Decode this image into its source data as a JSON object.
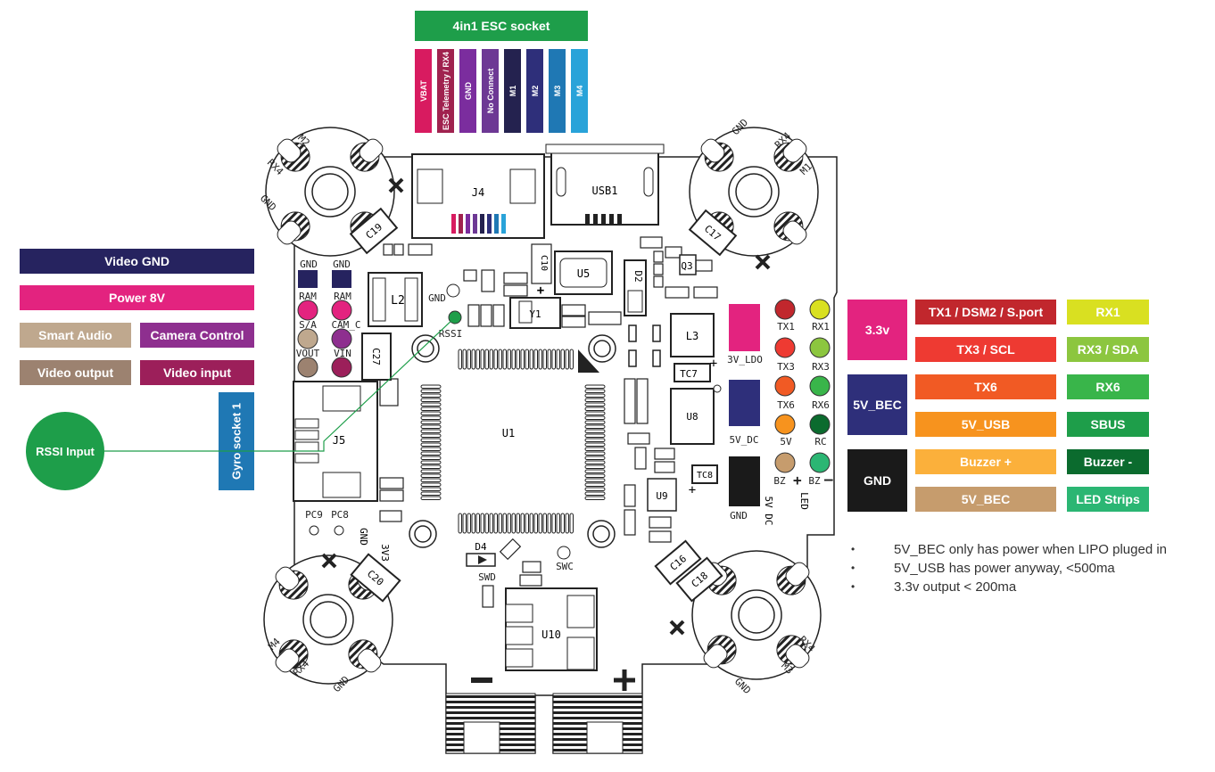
{
  "esc": {
    "title": "4in1 ESC socket",
    "title_color": "#1e9e4a",
    "pins": [
      {
        "label": "VBAT",
        "color": "#d81b60"
      },
      {
        "label": "ESC Telemetry / RX4",
        "color": "#a0224f"
      },
      {
        "label": "GND",
        "color": "#7b2d9e"
      },
      {
        "label": "No Connect",
        "color": "#6d3894"
      },
      {
        "label": "M1",
        "color": "#24224f"
      },
      {
        "label": "M2",
        "color": "#2e2f7a"
      },
      {
        "label": "M3",
        "color": "#1f78b4"
      },
      {
        "label": "M4",
        "color": "#29a3d9"
      }
    ]
  },
  "left_labels": {
    "video_gnd": {
      "label": "Video GND",
      "color": "#26235f"
    },
    "power_8v": {
      "label": "Power 8V",
      "color": "#e3237f"
    },
    "smart_audio": {
      "label": "Smart Audio",
      "color": "#bfa88e"
    },
    "camera_control": {
      "label": "Camera Control",
      "color": "#8e2f8f"
    },
    "video_output": {
      "label": "Video output",
      "color": "#9c8270"
    },
    "video_input": {
      "label": "Video input",
      "color": "#9c1f5a"
    },
    "gyro_socket": {
      "label": "Gyro socket 1",
      "color": "#1f78b4"
    },
    "rssi_input": {
      "label": "RSSI Input",
      "color": "#1e9e4a"
    }
  },
  "right_labels": {
    "power": [
      {
        "label": "3.3v",
        "color": "#e3237f"
      },
      {
        "label": "5V_BEC",
        "color": "#2e2f7a"
      },
      {
        "label": "GND",
        "color": "#1a1a1a"
      }
    ],
    "tx_column": [
      {
        "label": "TX1 / DSM2 / S.port",
        "color": "#c1272d"
      },
      {
        "label": "TX3 / SCL",
        "color": "#ee3a32"
      },
      {
        "label": "TX6",
        "color": "#f15a24"
      },
      {
        "label": "5V_USB",
        "color": "#f7931e"
      },
      {
        "label": "Buzzer +",
        "color": "#fbb03b"
      },
      {
        "label": "5V_BEC",
        "color": "#c69c6d"
      }
    ],
    "rx_column": [
      {
        "label": "RX1",
        "color": "#d9e021"
      },
      {
        "label": "RX3 / SDA",
        "color": "#8cc63f"
      },
      {
        "label": "RX6",
        "color": "#39b54a"
      },
      {
        "label": "SBUS",
        "color": "#1e9e4a"
      },
      {
        "label": "Buzzer -",
        "color": "#0b6b2e"
      },
      {
        "label": "LED Strips",
        "color": "#2bb673"
      }
    ]
  },
  "notes": [
    "5V_BEC only has power when LIPO pluged in",
    "5V_USB has power anyway, <500ma",
    "3.3v output < 200ma"
  ],
  "board": {
    "components": {
      "j4": "J4",
      "usb1": "USB1",
      "u5": "U5",
      "q3": "Q3",
      "c10": "C10",
      "d2": "D2",
      "l2": "L2",
      "l3": "L3",
      "y1": "Y1",
      "u1": "U1",
      "j5": "J5",
      "u8": "U8",
      "u9": "U9",
      "u10": "U10",
      "c19": "C19",
      "c17": "C17",
      "c27": "C27",
      "c20": "C20",
      "c16": "C16",
      "c18": "C18",
      "tc7": "TC7",
      "tc8": "TC8",
      "d4": "D4"
    },
    "silk": {
      "gnd_a": "GND",
      "gnd_b": "GND",
      "ram_a": "RAM",
      "ram_b": "RAM",
      "sa": "S/A",
      "cam_c": "CAM_C",
      "vout": "VOUT",
      "vin": "VIN",
      "gnd_pad": "GND",
      "rssi": "RSSI",
      "pc9": "PC9",
      "pc8": "PC8",
      "gnd_c": "GND",
      "v3v3": "3V3",
      "swd": "SWD",
      "swc": "SWC",
      "v3v_ldo": "3V_LDO",
      "v5v_dc": "5V_DC",
      "gnd_d": "GND",
      "v5v_dc2": "5V DC",
      "tx1": "TX1",
      "rx1": "RX1",
      "tx3": "TX3",
      "rx3": "RX3",
      "tx6": "TX6",
      "rx6": "RX6",
      "v5v": "5V",
      "rc": "RC",
      "bz_plus": "BZ",
      "bz_minus": "BZ",
      "led": "LED",
      "m2_tl": "M2",
      "rx4_tl": "RX4",
      "gnd_tl": "GND",
      "gnd_tr": "GND",
      "rx4_tr": "RX4",
      "m1_tr": "M1",
      "m4_bl": "M4",
      "rx4_bl": "RX4",
      "gnd_bl": "GND",
      "gnd_br": "GND",
      "rx4_br": "RX4",
      "m3_br": "M3"
    },
    "pads": {
      "ram_a": "#e3237f",
      "ram_b": "#e3237f",
      "sa": "#bfa88e",
      "cam_c": "#8e2f8f",
      "vout": "#9c8270",
      "vin": "#9c1f5a",
      "gnd_a": "#26235f",
      "gnd_b": "#26235f",
      "rssi": "#1e9e4a",
      "tx1": "#c1272d",
      "rx1": "#d9e021",
      "tx3": "#ee3a32",
      "rx3": "#8cc63f",
      "tx6": "#f15a24",
      "rx6": "#39b54a",
      "v5v": "#f7931e",
      "rc": "#0b6b2e",
      "bz_plus": "#c69c6d",
      "led": "#2bb673",
      "v3v_ldo": "#e3237f",
      "v5v_dc": "#2e2f7a",
      "gnd_d": "#1a1a1a"
    }
  }
}
